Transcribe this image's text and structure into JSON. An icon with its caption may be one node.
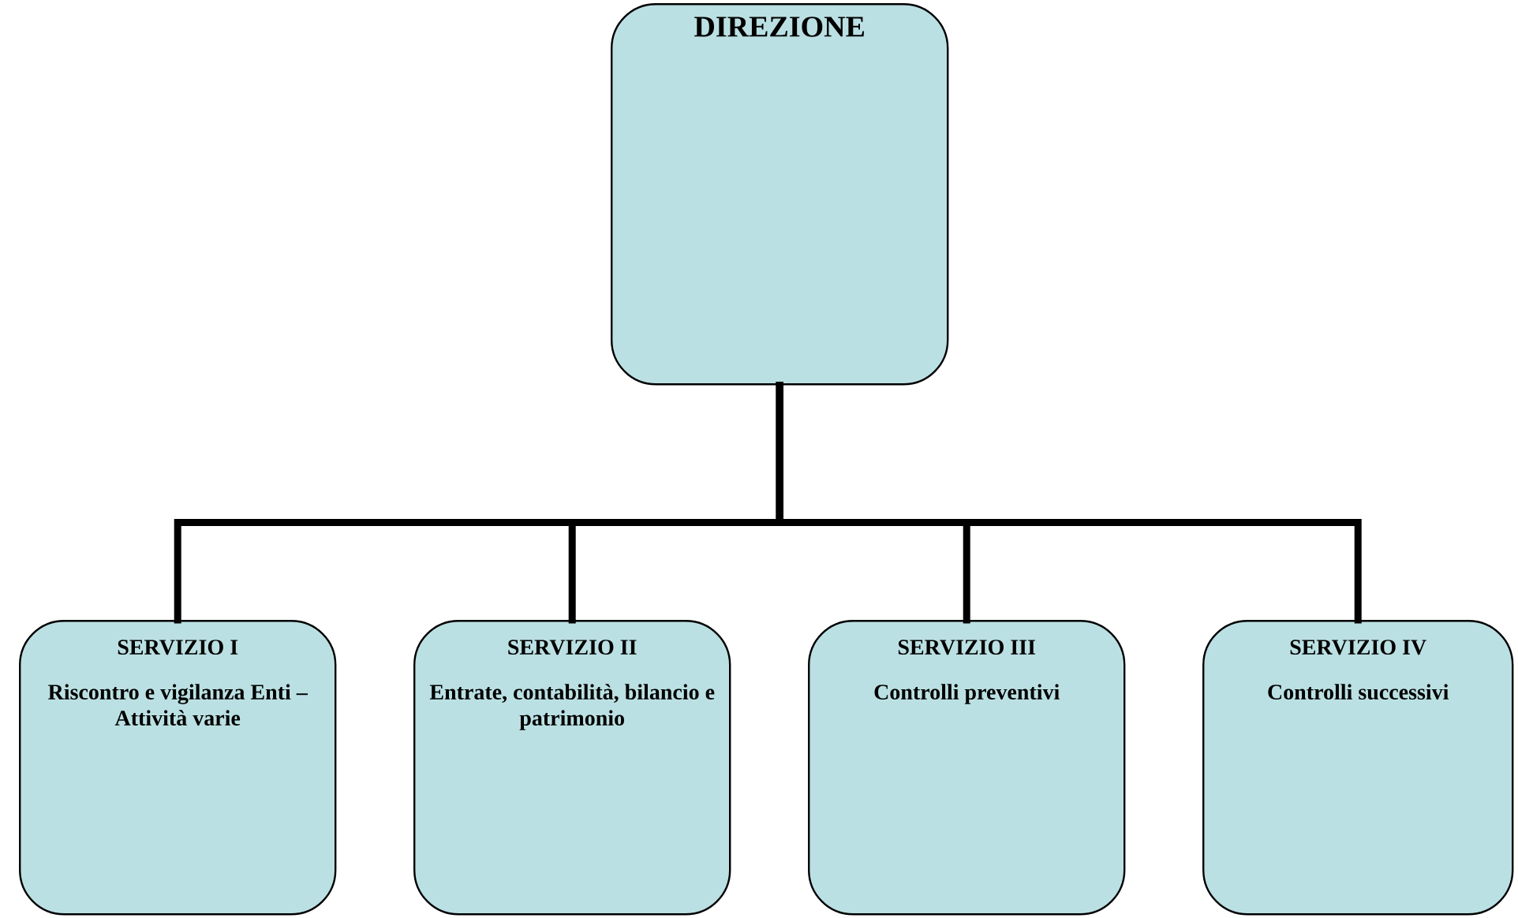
{
  "diagram": {
    "nodes": [
      {
        "text": [
          "DIREZIONE"
        ]
      },
      {
        "text": [
          "SERVIZIO I",
          "Riscontro e vigilanza Enti – Attività varie"
        ]
      },
      {
        "text": [
          "SERVIZIO II",
          "Entrate, contabilità, bilancio e patrimonio"
        ]
      },
      {
        "text": [
          "SERVIZIO III",
          "Controlli preventivi"
        ]
      },
      {
        "text": [
          "SERVIZIO IV",
          "Controlli successivi"
        ]
      }
    ],
    "edges": [
      {
        "from": 0,
        "to": 1,
        "arrow": "none"
      },
      {
        "from": 0,
        "to": 2,
        "arrow": "none"
      },
      {
        "from": 0,
        "to": 3,
        "arrow": "none"
      },
      {
        "from": 0,
        "to": 4,
        "arrow": "none"
      }
    ]
  }
}
